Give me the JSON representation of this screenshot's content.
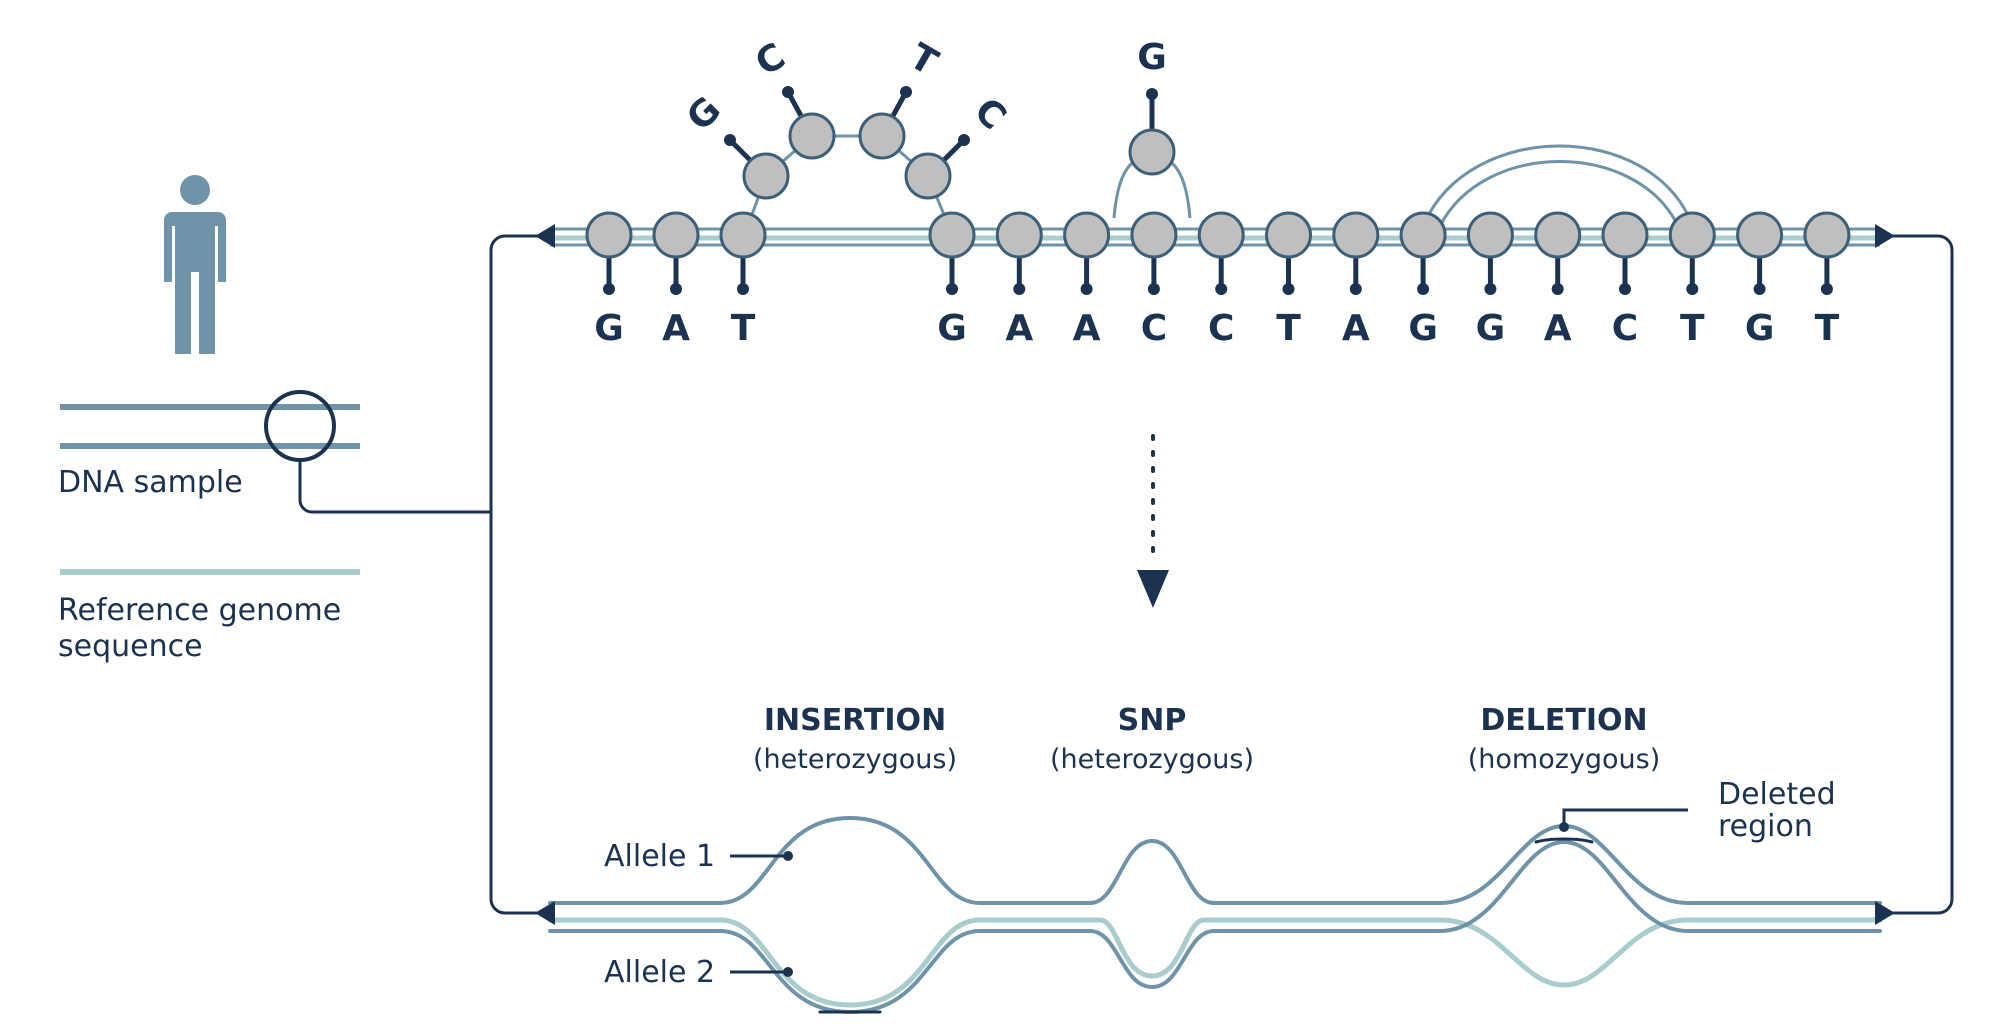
{
  "colors": {
    "dark": "#1b3350",
    "sample": "#6f93a8",
    "reference": "#a9cccc",
    "node_fill": "#bfbfbf",
    "node_stroke": "#3d5f78",
    "person": "#6f93a8"
  },
  "legend": {
    "dna_sample": "DNA sample",
    "reference_line1": "Reference genome",
    "reference_line2": "sequence"
  },
  "sequence": {
    "main_bases": [
      "G",
      "A",
      "T",
      "G",
      "A",
      "A",
      "C",
      "C",
      "T",
      "A",
      "G",
      "G",
      "A",
      "C",
      "T",
      "G",
      "T"
    ],
    "inserted_bases": [
      "G",
      "C",
      "T",
      "C"
    ],
    "snp_base": "G"
  },
  "variants": [
    {
      "title": "INSERTION",
      "zygosity": "(heterozygous)"
    },
    {
      "title": "SNP",
      "zygosity": "(heterozygous)"
    },
    {
      "title": "DELETION",
      "zygosity": "(homozygous)"
    }
  ],
  "alleles": {
    "allele1": "Allele 1",
    "allele2": "Allele 2"
  },
  "deleted_region": {
    "line1": "Deleted",
    "line2": "region"
  }
}
